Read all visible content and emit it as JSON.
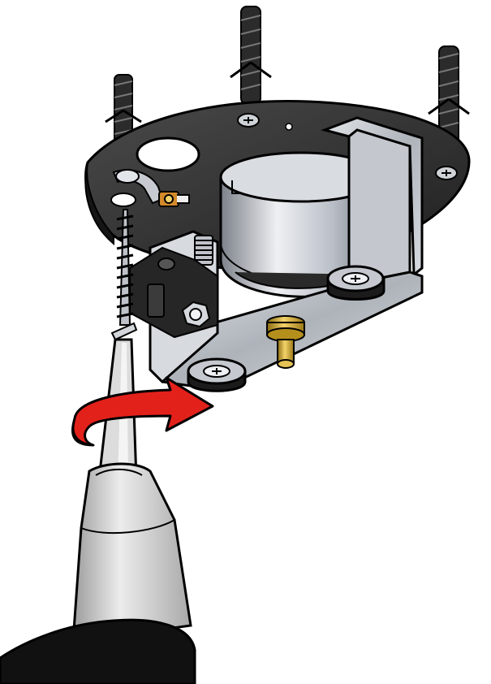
{
  "illustration": {
    "parts": [
      "wall-anchor",
      "mounting-plate",
      "mounting-screw",
      "bracket",
      "motor-housing",
      "rubber-foot",
      "brass-valve",
      "clamp",
      "nut",
      "screwdriver"
    ],
    "colors": {
      "outline": "#000000",
      "plate": "#2d2d2d",
      "steel": "#c8ccd2",
      "brass": "#c9a227",
      "arrow": "#e3211b",
      "handle": "#cfcfcf",
      "grip": "#111111"
    }
  }
}
